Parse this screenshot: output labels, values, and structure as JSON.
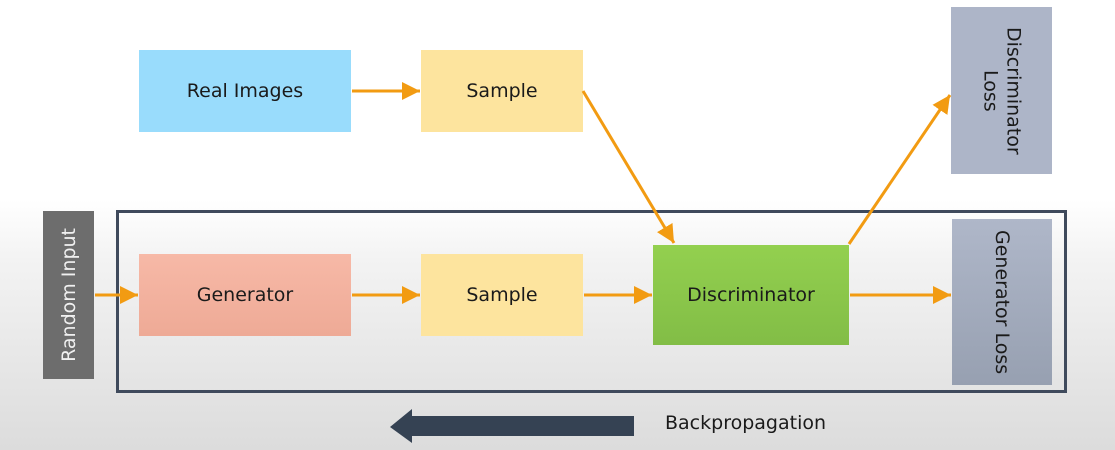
{
  "nodes": {
    "real_images": {
      "label": "Real Images",
      "color": "#99dcfc"
    },
    "sample_top": {
      "label": "Sample",
      "color": "#fde49e"
    },
    "discriminator_loss": {
      "label": "Discriminator Loss",
      "line1": "Discriminator",
      "line2": "Loss",
      "color": "#adb5c8"
    },
    "random_input": {
      "label": "Random Input",
      "color": "#6d6d6d"
    },
    "generator": {
      "label": "Generator",
      "color": "#f7b4a2"
    },
    "sample_bottom": {
      "label": "Sample",
      "color": "#fde49e"
    },
    "discriminator": {
      "label": "Discriminator",
      "color": "#8dcc4b"
    },
    "generator_loss": {
      "label": "Generator Loss",
      "color": "#a3abbc"
    }
  },
  "backpropagation": {
    "label": "Backpropagation",
    "arrow_color": "#354253"
  },
  "colors": {
    "arrow": "#f29b12",
    "frame": "#3f4a5c"
  }
}
